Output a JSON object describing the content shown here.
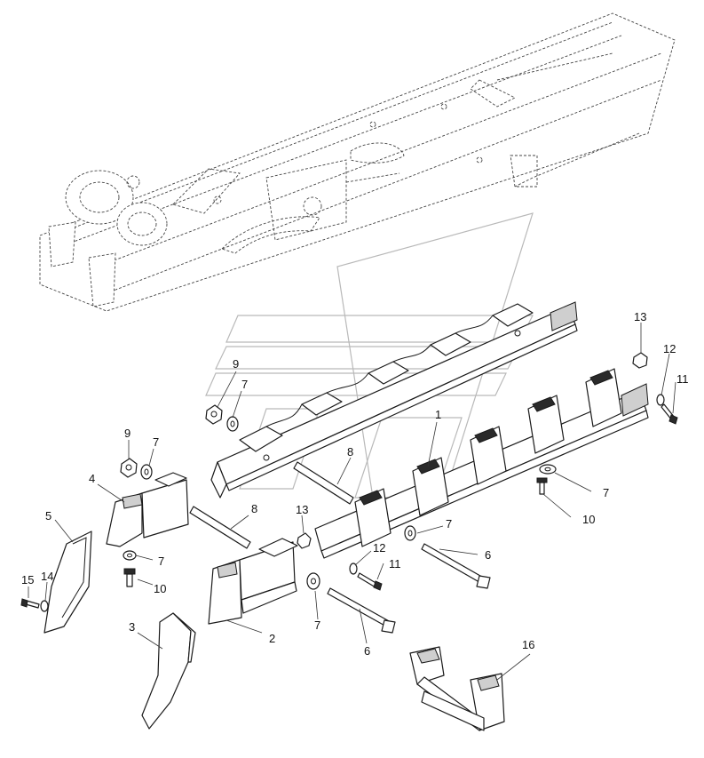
{
  "callouts": {
    "c1": "1",
    "c2": "2",
    "c3": "3",
    "c4": "4",
    "c5": "5",
    "c6a": "6",
    "c6b": "6",
    "c7a": "7",
    "c7b": "7",
    "c7c": "7",
    "c7d": "7",
    "c7e": "7",
    "c7f": "7",
    "c8a": "8",
    "c8b": "8",
    "c9a": "9",
    "c9b": "9",
    "c10a": "10",
    "c10b": "10",
    "c11a": "11",
    "c11b": "11",
    "c12a": "12",
    "c12b": "12",
    "c13a": "13",
    "c13b": "13",
    "c14": "14",
    "c15": "15",
    "c16": "16"
  },
  "colors": {
    "line": "#1a1a1a",
    "watermark": "#b9b9b9",
    "background": "#ffffff"
  }
}
